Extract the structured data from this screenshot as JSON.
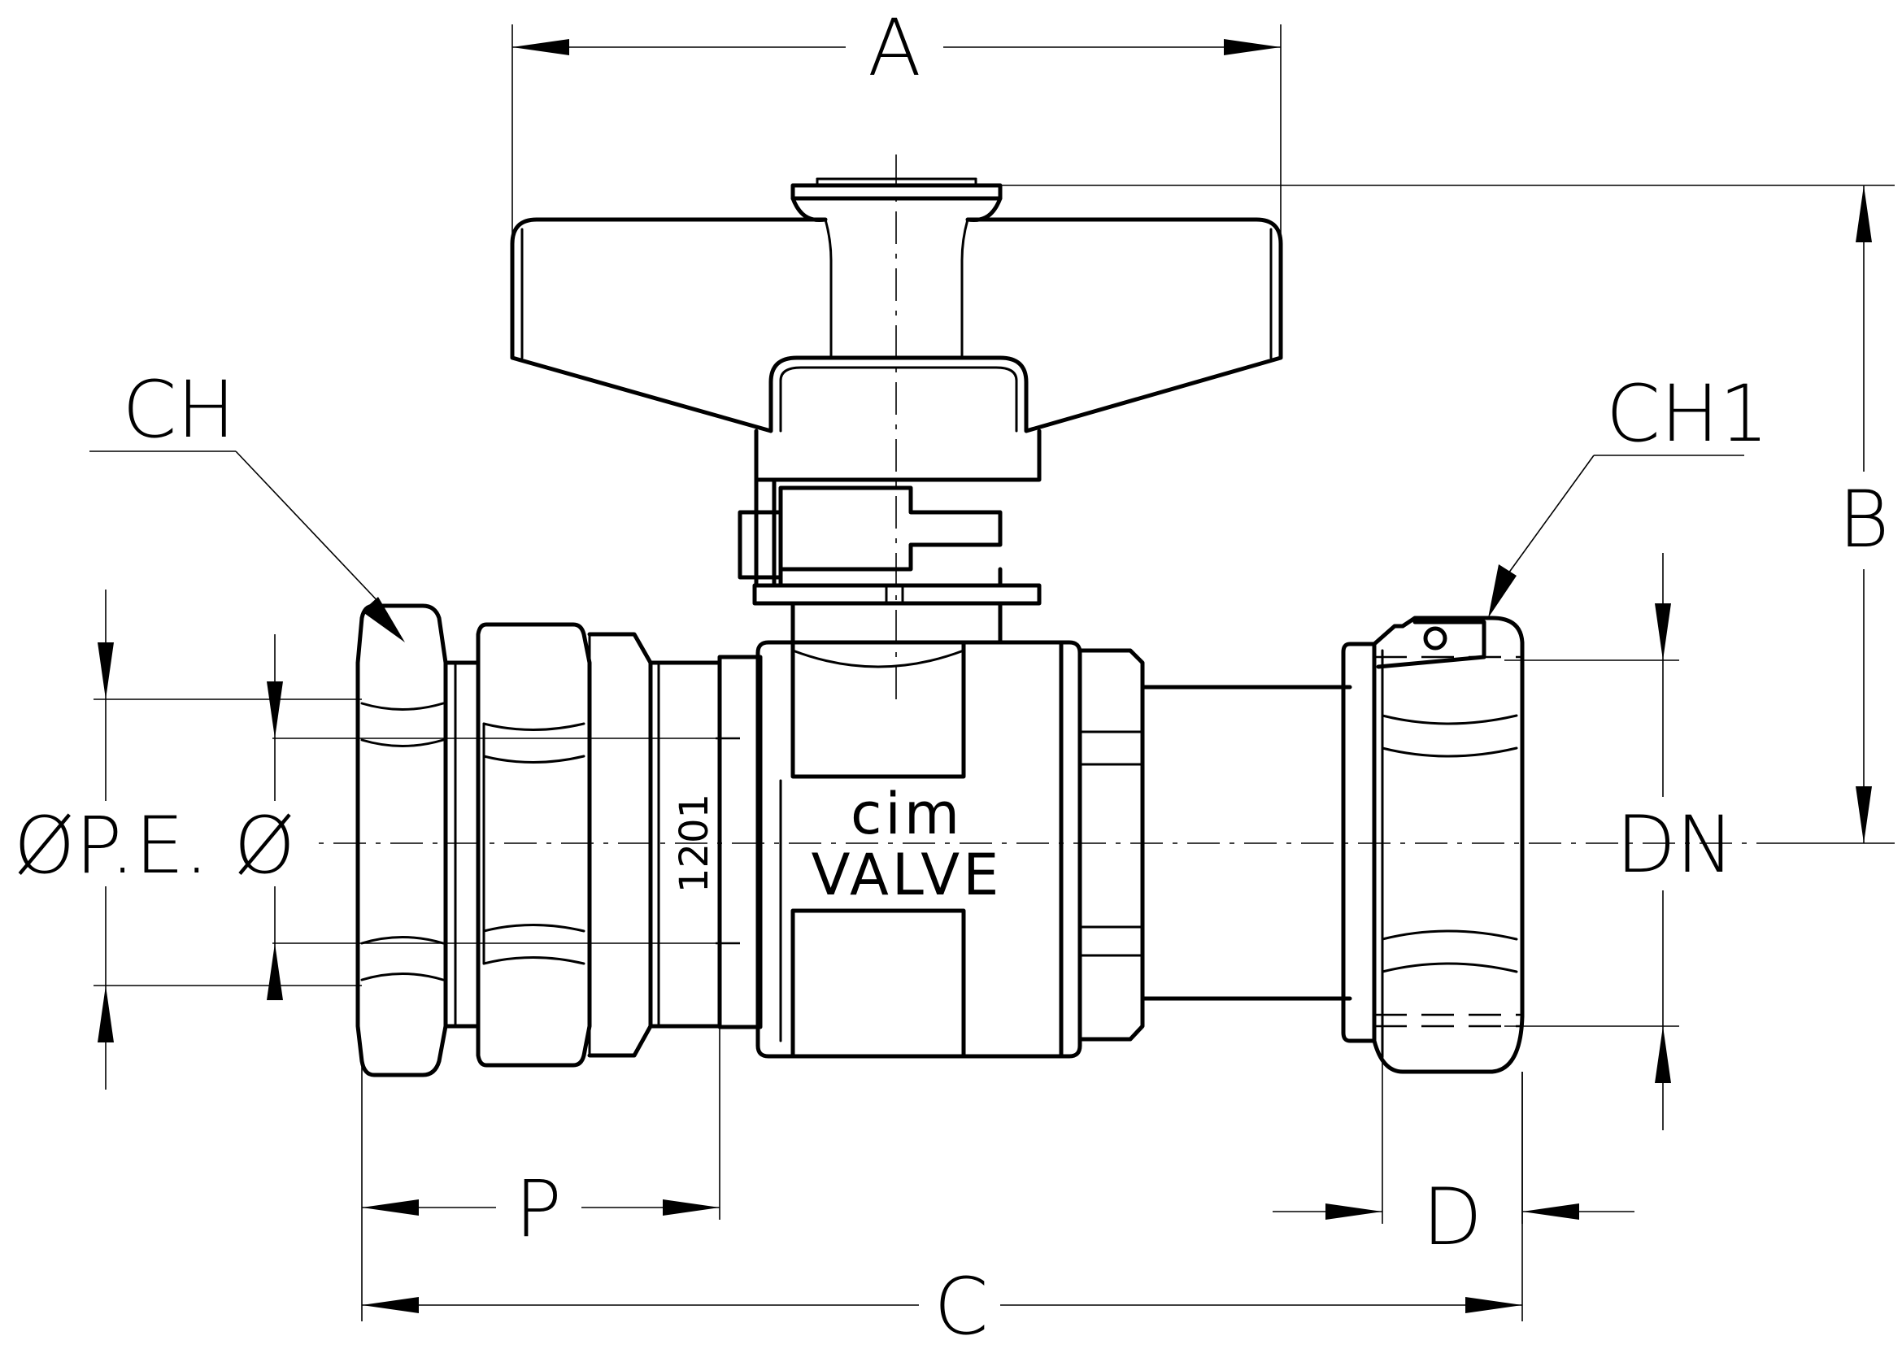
{
  "labels": {
    "a": "A",
    "b": "B",
    "c": "C",
    "d": "D",
    "p": "P",
    "ch": "CH",
    "ch1": "CH1",
    "dn": "DN",
    "pe": "ØP.E. Ø"
  },
  "body_marking": {
    "brand": "cim",
    "subtitle": "VALVE",
    "code": "1201"
  }
}
